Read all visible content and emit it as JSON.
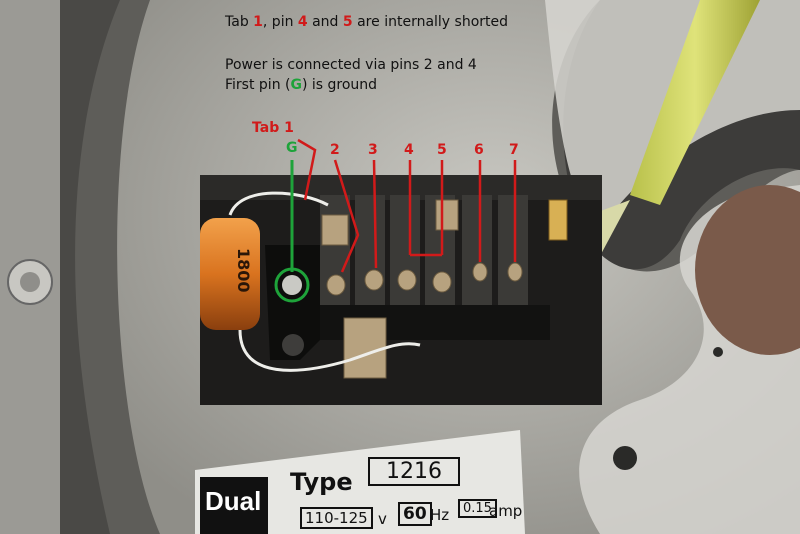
{
  "annotations": {
    "line1": {
      "p1": "Tab ",
      "n1": "1",
      "p2": ", pin ",
      "n2": "4",
      "p3": " and ",
      "n3": "5",
      "p4": " are internally shorted"
    },
    "line2": "Power is connected via pins 2 and 4",
    "line3": {
      "p1": "First pin (",
      "g": "G",
      "p2": ") is ground"
    }
  },
  "labels": {
    "tab1": "Tab 1",
    "ground": "G",
    "pins": [
      "2",
      "3",
      "4",
      "5",
      "6",
      "7"
    ]
  },
  "capacitor": {
    "marking": "1800"
  },
  "nameplate": {
    "brand": "Dual",
    "type_label": "Type",
    "type_value": "1216",
    "voltage": "110-125",
    "voltage_unit": "v",
    "hz": "60",
    "hz_unit": "Hz",
    "amp": "0.15",
    "amp_unit": "amp"
  },
  "colors": {
    "red": "#d11a1a",
    "green": "#1ea33a"
  }
}
